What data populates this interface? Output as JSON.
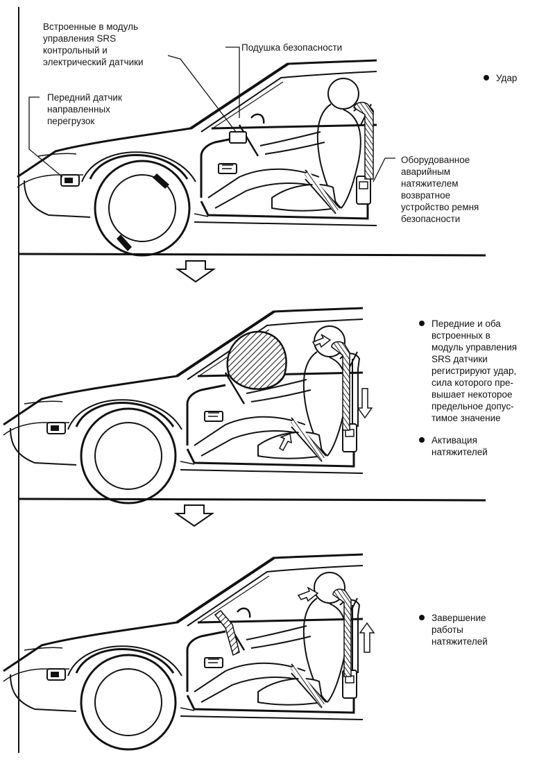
{
  "labels": {
    "srs_module_sensors": "Встроенные в модуль\nуправления SRS\nконтрольный и\nэлектрический датчики",
    "airbag": "Подушка безопасности",
    "front_sensor": "Передний датчик\nнаправленных\nперегрузок",
    "pretensioner_retractor": "Оборудованное\nаварийным\nнатяжителем\nвозвратное\nустройство ремня\nбезопасности"
  },
  "stages": [
    {
      "bullets": [
        "Удар"
      ]
    },
    {
      "bullets": [
        "Передние и оба\nвстроенных в\nмодуль управления\nSRS датчики\nрегистрируют удар,\nсила которого пре-\nвышает некоторое\nпредельное допус-\nтимое значение",
        "Активация\nнатяжителей"
      ]
    },
    {
      "bullets": [
        "Завершение\nработы\nнатяжителей"
      ]
    }
  ]
}
